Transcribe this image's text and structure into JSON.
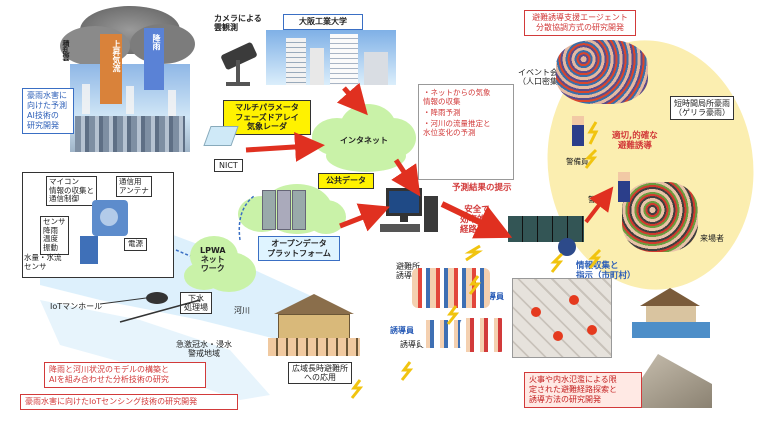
{
  "cumulonimbus": {
    "label": "積乱雲",
    "updraft": "上昇気流",
    "rain": "降雨"
  },
  "research_heavy_rain_ai": "豪雨水害に\n向けた予測\nAI技術の\n研究開発",
  "camera_label": "カメラによる\n雲観測",
  "oit_label": "大阪工業大学",
  "radar_label": "マルチパラメータ\nフェーズドアレイ\n気象レーダ",
  "nict_label": "NICT",
  "internet_label": "インタネット",
  "public_data_label": "公共データ",
  "info_list": [
    "ネットからの気象\n情報の収集",
    "降雨予測",
    "河川の流量推定と\n水位変化の予測"
  ],
  "evac_agent_research": "避難誘導支援エージェント\n分散協調方式の研究開発",
  "event_venue": "イベント会場\n（人口密集）",
  "short_heavy_rain": "短時間局所豪雨\n（ゲリラ豪雨）",
  "appropriate_guidance": "適切,的確な\n避難誘導",
  "security_guard_1": "警備員",
  "security_guard_2": "警備員",
  "visitors": "来場者",
  "prediction_results": "予測結果の提示",
  "safe_route": "安全で\n効率的な\n経路選択",
  "open_data_platform": "オープンデータ\nプラットフォーム",
  "lpwa_network": "LPWA\nネット\nワーク",
  "sensor_box": {
    "microcontroller": "マイコン\n情報の収集と\n通信制御",
    "antenna": "通信用\nアンテナ",
    "sensors": "センサ\n降雨\n温度\n振動",
    "power": "電源",
    "water_sensor": "水量・水流\nセンサ"
  },
  "iot_manhole": "IoTマンホール",
  "sewage_plant": "下水\n処理場",
  "river": "河川",
  "rapid_flood_alert": "急激冠水・浸水\n警戒地域",
  "wide_area_shelter_app": "広域長時避難所\nへの応用",
  "evac_site_guide": "避難所\n誘導員",
  "guide_1": "誘導員",
  "guide_2": "誘導員",
  "guide_3": "誘導員",
  "info_collection": "情報収集と\n指示（市町村）",
  "research_river_ai": "降雨と河川状況のモデルの構築と\nAIを組み合わせた分析技術の研究",
  "research_iot_sensing": "豪雨水害に向けたIoTセンシング技術の研究開発",
  "research_fire_flood_route": "火事や内水氾濫による限\n定された避難経路探索と\n誘導方法の研究開発",
  "colors": {
    "arrow_red": "#e03020",
    "cloud_green": "#c9f2a8",
    "ellipse_yellow": "#fbeeb0",
    "blue_text": "#2d5fb8",
    "red_text": "#d23a3a"
  },
  "icons": [
    "camera-icon",
    "building-icon",
    "radar-icon",
    "server-icon",
    "computer-icon",
    "monitor-wall-icon",
    "house-icon",
    "lightning-icon",
    "crowd-icon",
    "map-icon"
  ]
}
